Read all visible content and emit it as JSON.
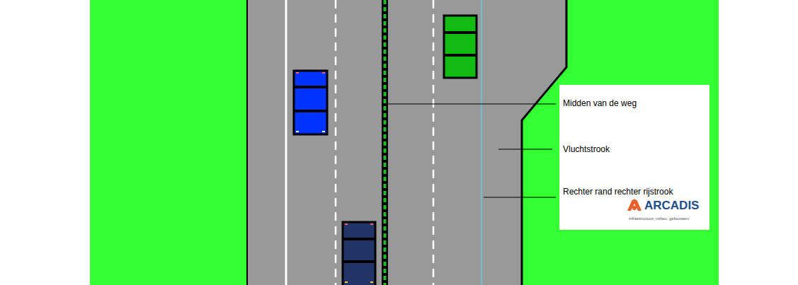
{
  "diagram": {
    "nodes": [
      {
        "text": [
          "Midden van de weg",
          "Vluchtstrook",
          "Rechter rand rechter rijstrook",
          "ARCADIS",
          "infrastructuur, milieu, gebouwen"
        ]
      }
    ]
  }
}
